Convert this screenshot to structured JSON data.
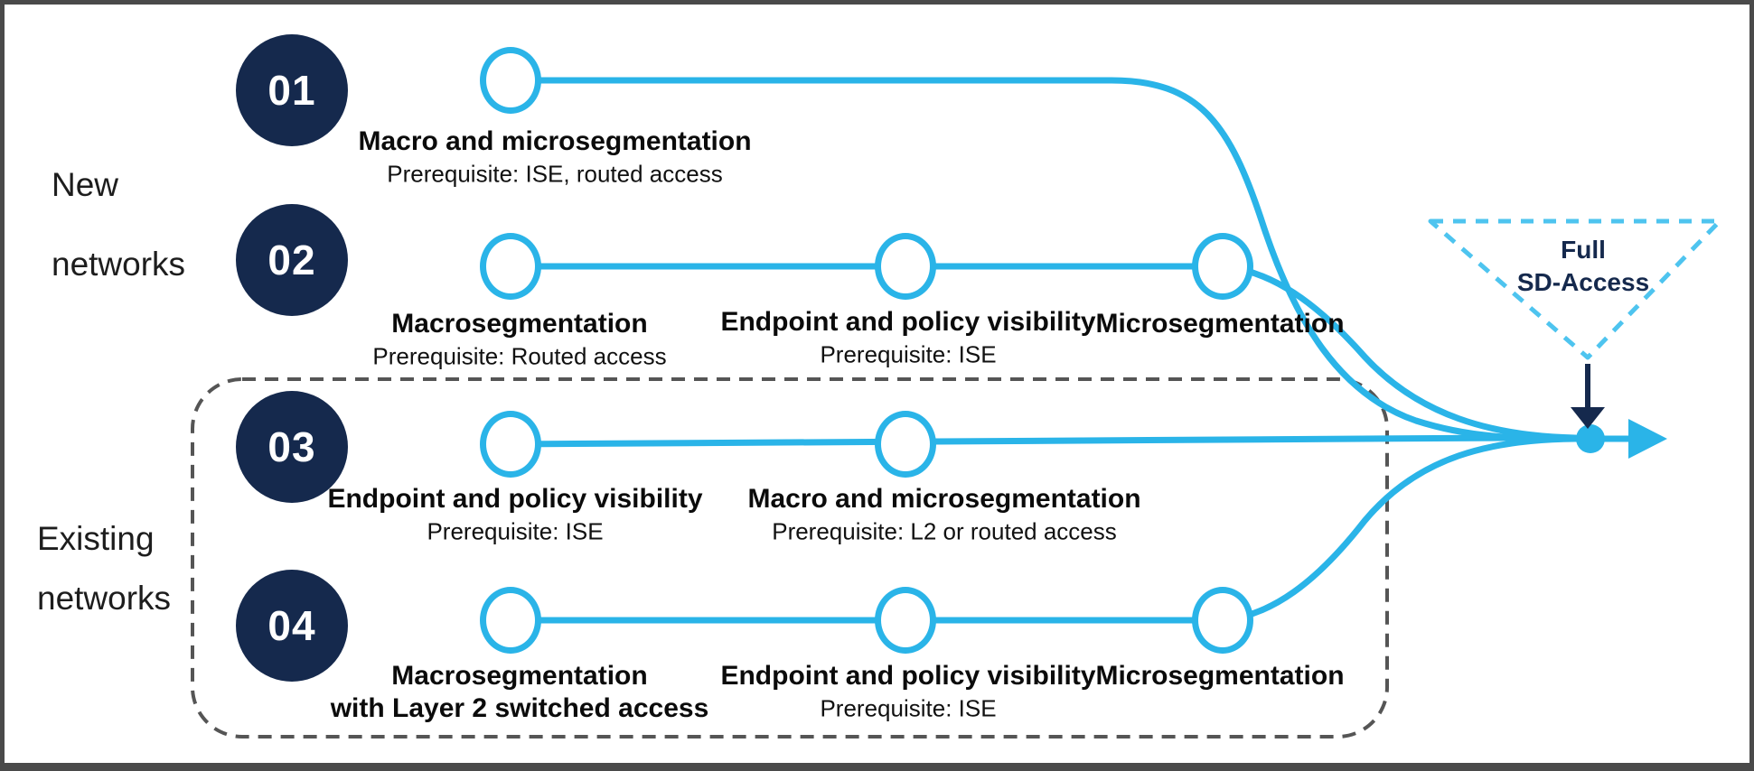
{
  "groups": [
    {
      "id": "new-networks",
      "lines": [
        "New",
        "networks"
      ]
    },
    {
      "id": "existing-networks",
      "lines": [
        "Existing",
        "networks"
      ]
    }
  ],
  "paths": [
    {
      "number": "01",
      "group": "new-networks",
      "steps": [
        {
          "title": "Macro and microsegmentation",
          "prerequisite": "Prerequisite: ISE, routed access"
        }
      ]
    },
    {
      "number": "02",
      "group": "new-networks",
      "steps": [
        {
          "title": "Macrosegmentation",
          "prerequisite": "Prerequisite: Routed access"
        },
        {
          "title": "Endpoint and policy visibility",
          "prerequisite": "Prerequisite: ISE"
        },
        {
          "title": "Microsegmentation"
        }
      ]
    },
    {
      "number": "03",
      "group": "existing-networks",
      "steps": [
        {
          "title": "Endpoint and policy visibility",
          "prerequisite": "Prerequisite: ISE"
        },
        {
          "title": "Macro and microsegmentation",
          "prerequisite": "Prerequisite: L2 or routed access"
        }
      ]
    },
    {
      "number": "04",
      "group": "existing-networks",
      "steps": [
        {
          "title": "Macrosegmentation",
          "title_line2": "with Layer 2 switched access"
        },
        {
          "title": "Endpoint and policy visibility",
          "prerequisite": "Prerequisite: ISE"
        },
        {
          "title": "Microsegmentation"
        }
      ]
    }
  ],
  "goal": {
    "lines": [
      "Full",
      "SD-Access"
    ]
  },
  "colors": {
    "cyan": "#2AB4E8",
    "cyan_light": "#4EC4EF",
    "navy": "#15294D",
    "dash_gray": "#555555",
    "text": "#111111",
    "border": "#4A4A4A"
  }
}
